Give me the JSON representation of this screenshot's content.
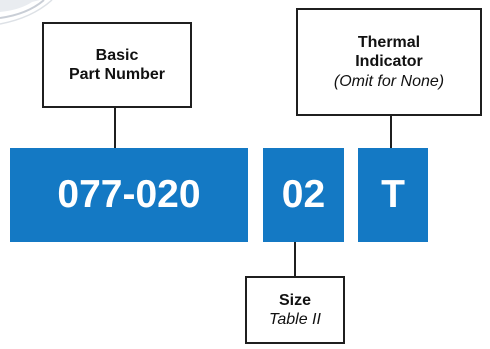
{
  "diagram": {
    "basic_label": {
      "line1": "Basic",
      "line2": "Part Number"
    },
    "thermal_label": {
      "line1": "Thermal",
      "line2": "Indicator",
      "note": "(Omit for None)"
    },
    "size_label": {
      "line1": "Size",
      "note": "Table II"
    },
    "codes": {
      "basic": "077-020",
      "size": "02",
      "thermal": "T"
    }
  },
  "colors": {
    "code_box": "#1479c4",
    "label_border": "#1f1f1f"
  }
}
